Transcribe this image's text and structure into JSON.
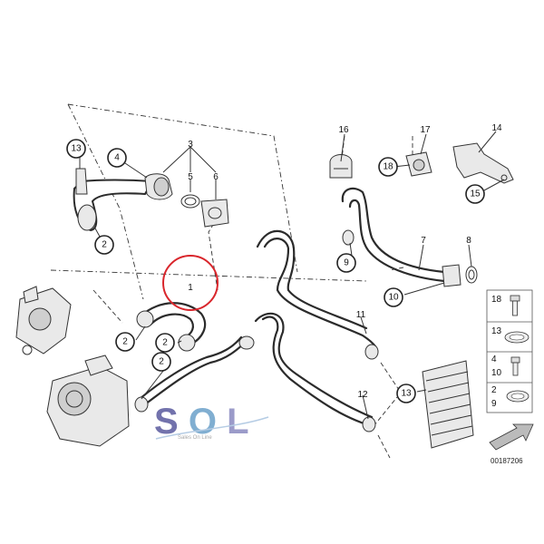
{
  "diagram": {
    "ref_number": "00187206",
    "highlight_color": "#d9262c",
    "callouts": {
      "c1": "1",
      "c2a": "2",
      "c2b": "2",
      "c2c": "2",
      "c2d": "2",
      "c3": "3",
      "c4": "4",
      "c5": "5",
      "c6": "6",
      "c7": "7",
      "c8": "8",
      "c9": "9",
      "c10": "10",
      "c11": "11",
      "c12": "12",
      "c13a": "13",
      "c13b": "13",
      "c14": "14",
      "c15": "15",
      "c16": "16",
      "c17": "17",
      "c18": "18"
    },
    "legend": [
      {
        "label": "18"
      },
      {
        "label": "13"
      },
      {
        "label": "4",
        "label2": "10"
      },
      {
        "label": "2",
        "label2": "9"
      }
    ]
  },
  "watermark": {
    "text": "SOL",
    "tagline": "Sales On Line",
    "colors": {
      "S": "#5a5a9e",
      "O": "#6aa0c9",
      "L": "#8a8ac0"
    }
  }
}
